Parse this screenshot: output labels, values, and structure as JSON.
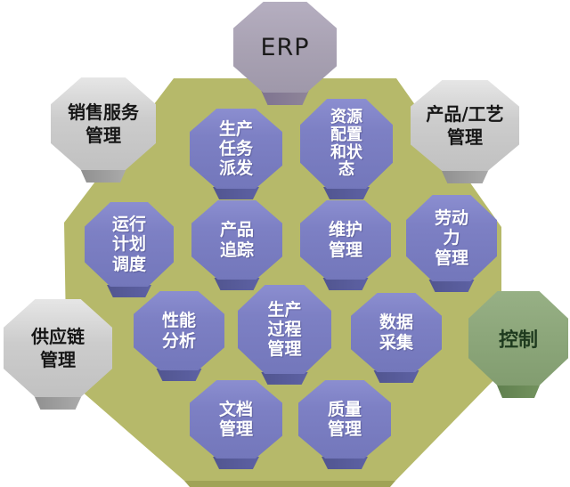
{
  "palette": {
    "canvas_bg": "#ffffff",
    "mes_area": "#b6b96a",
    "mes_area_base": "#a0a356",
    "inner_node": "#7d80c4",
    "inner_node_base": "#585c9b",
    "inner_node_text": "#ffffff",
    "outer_gray_node": "#cccccc",
    "outer_gray_node_base": "#9e9e9e",
    "outer_node_text": "#161616",
    "erp_node": "#a9a2b3",
    "erp_node_base": "#8e8499",
    "control_node": "#8ca67a",
    "control_node_base": "#6f8f5e",
    "control_node_text": "#1e3a1e"
  },
  "outer_nodes": [
    {
      "id": "erp",
      "text": "ERP"
    },
    {
      "id": "sales-service-management",
      "text": "销售服务\n管理"
    },
    {
      "id": "product-process-management",
      "text": "产品/工艺\n管理"
    },
    {
      "id": "supply-chain-management",
      "text": "供应链\n管理"
    },
    {
      "id": "control",
      "text": "控制"
    }
  ],
  "inner_nodes": [
    {
      "id": "production-task-dispatch",
      "text": "生产\n任务\n派发"
    },
    {
      "id": "resource-allocation-and-status",
      "text": "资源\n配置\n和状\n态"
    },
    {
      "id": "operation-plan-scheduling",
      "text": "运行\n计划\n调度"
    },
    {
      "id": "product-tracking",
      "text": "产品\n追踪"
    },
    {
      "id": "maintenance-management",
      "text": "维护\n管理"
    },
    {
      "id": "labor-management",
      "text": "劳动\n力\n管理"
    },
    {
      "id": "performance-analysis",
      "text": "性能\n分析"
    },
    {
      "id": "production-process-management",
      "text": "生产\n过程\n管理"
    },
    {
      "id": "data-collection",
      "text": "数据\n采集"
    },
    {
      "id": "document-management",
      "text": "文档\n管理"
    },
    {
      "id": "quality-management",
      "text": "质量\n管理"
    }
  ]
}
